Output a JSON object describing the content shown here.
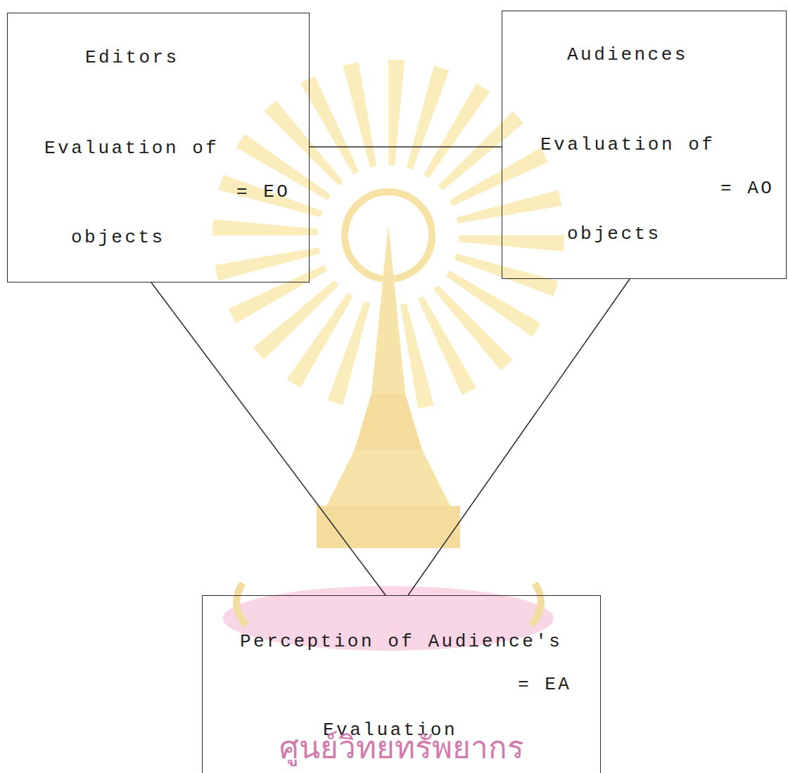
{
  "diagram": {
    "nodes": [
      {
        "text": [
          "Editors",
          "Evaluation of objects",
          "= EO"
        ]
      },
      {
        "text": [
          "Audiences",
          "Evaluation of objects",
          "= AO"
        ]
      },
      {
        "text": [
          "Perception of Audience's Evaluation",
          "= EA"
        ]
      }
    ],
    "edges": [
      {
        "from": 0,
        "to": 1,
        "arrow": "none"
      },
      {
        "from": 0,
        "to": 2,
        "arrow": "none"
      },
      {
        "from": 1,
        "to": 2,
        "arrow": "none"
      }
    ],
    "labels": [
      "ศูนย์วิทยทรัพยากร"
    ]
  }
}
